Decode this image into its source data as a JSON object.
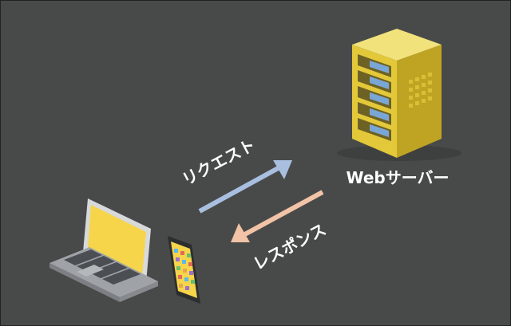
{
  "diagram": {
    "server_label": "Webサーバー",
    "request_label": "リクエスト",
    "response_label": "レスポンス",
    "colors": {
      "background": "#484a49",
      "request_arrow": "#a8bfe0",
      "response_arrow": "#f2c3a7",
      "server_body": "#e6cf3f",
      "screen_yellow": "#f6d54a"
    }
  }
}
